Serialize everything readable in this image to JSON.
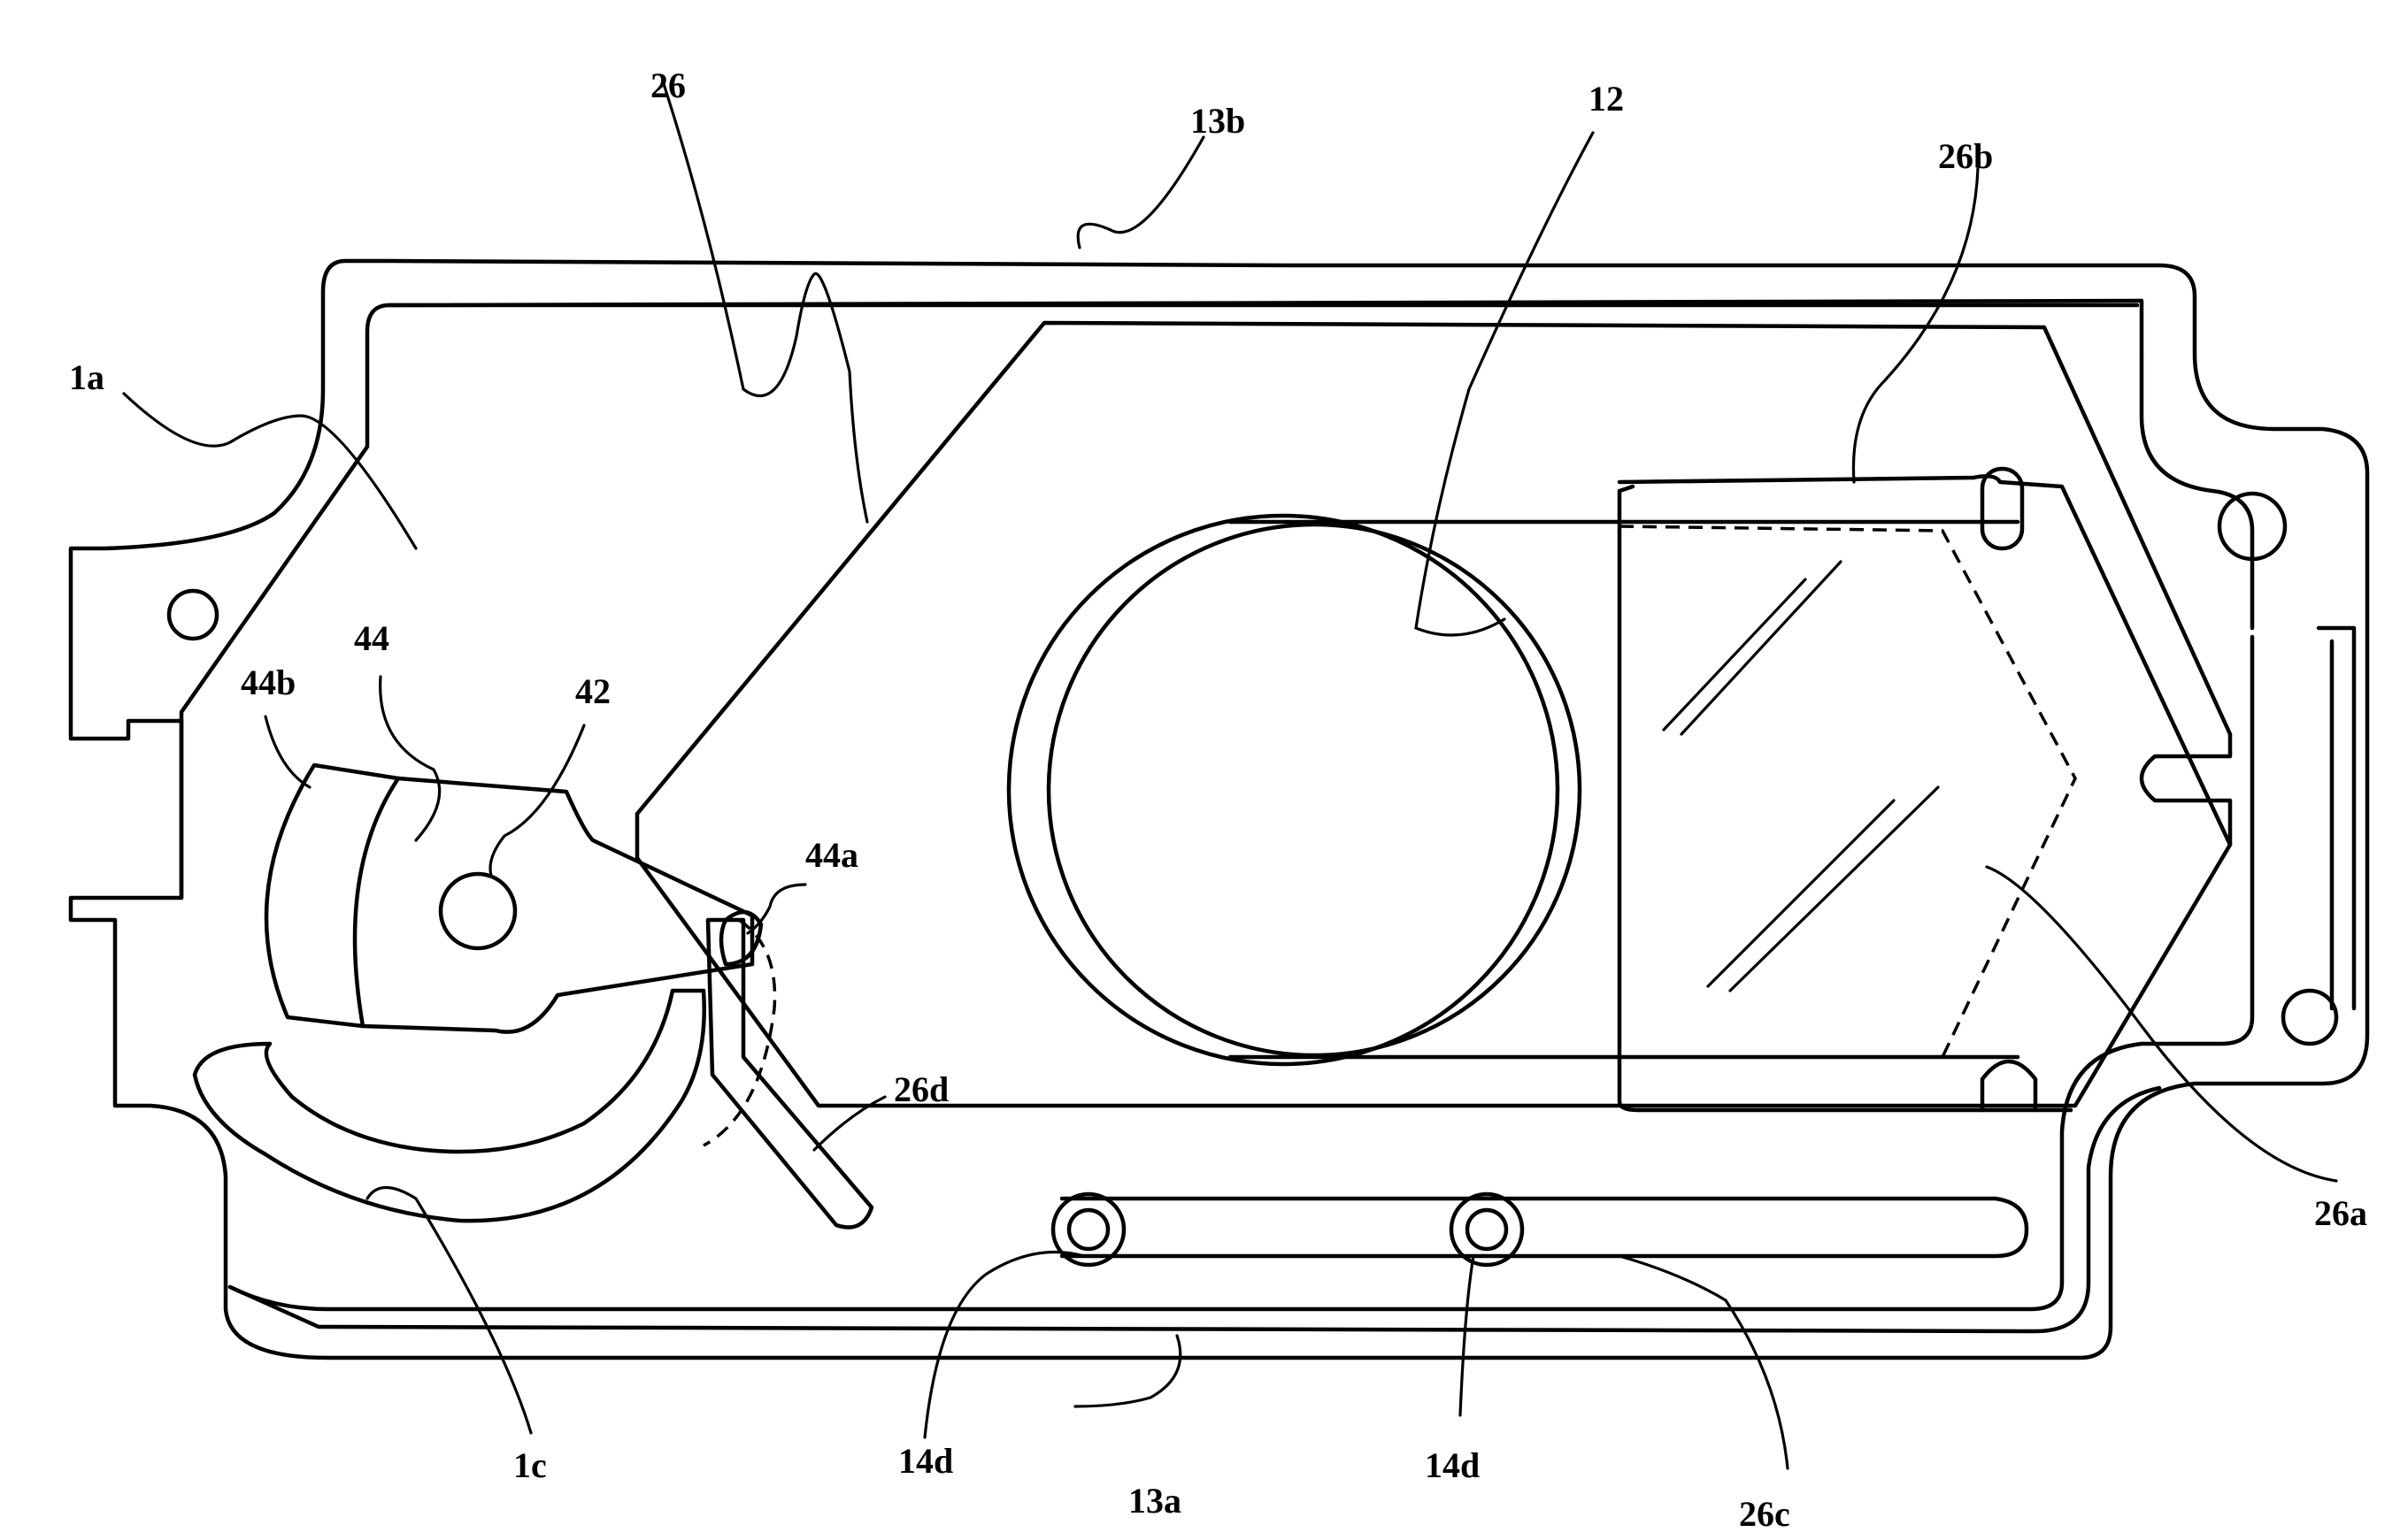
{
  "figure": {
    "labels": {
      "l26": "26",
      "l13b": "13b",
      "l12": "12",
      "l26b": "26b",
      "l1a": "1a",
      "l44": "44",
      "l44b": "44b",
      "l42": "42",
      "l44a": "44a",
      "l26d": "26d",
      "l26a": "26a",
      "l1c": "1c",
      "l14d_left": "14d",
      "l13a": "13a",
      "l14d_right": "14d",
      "l26c": "26c"
    }
  }
}
